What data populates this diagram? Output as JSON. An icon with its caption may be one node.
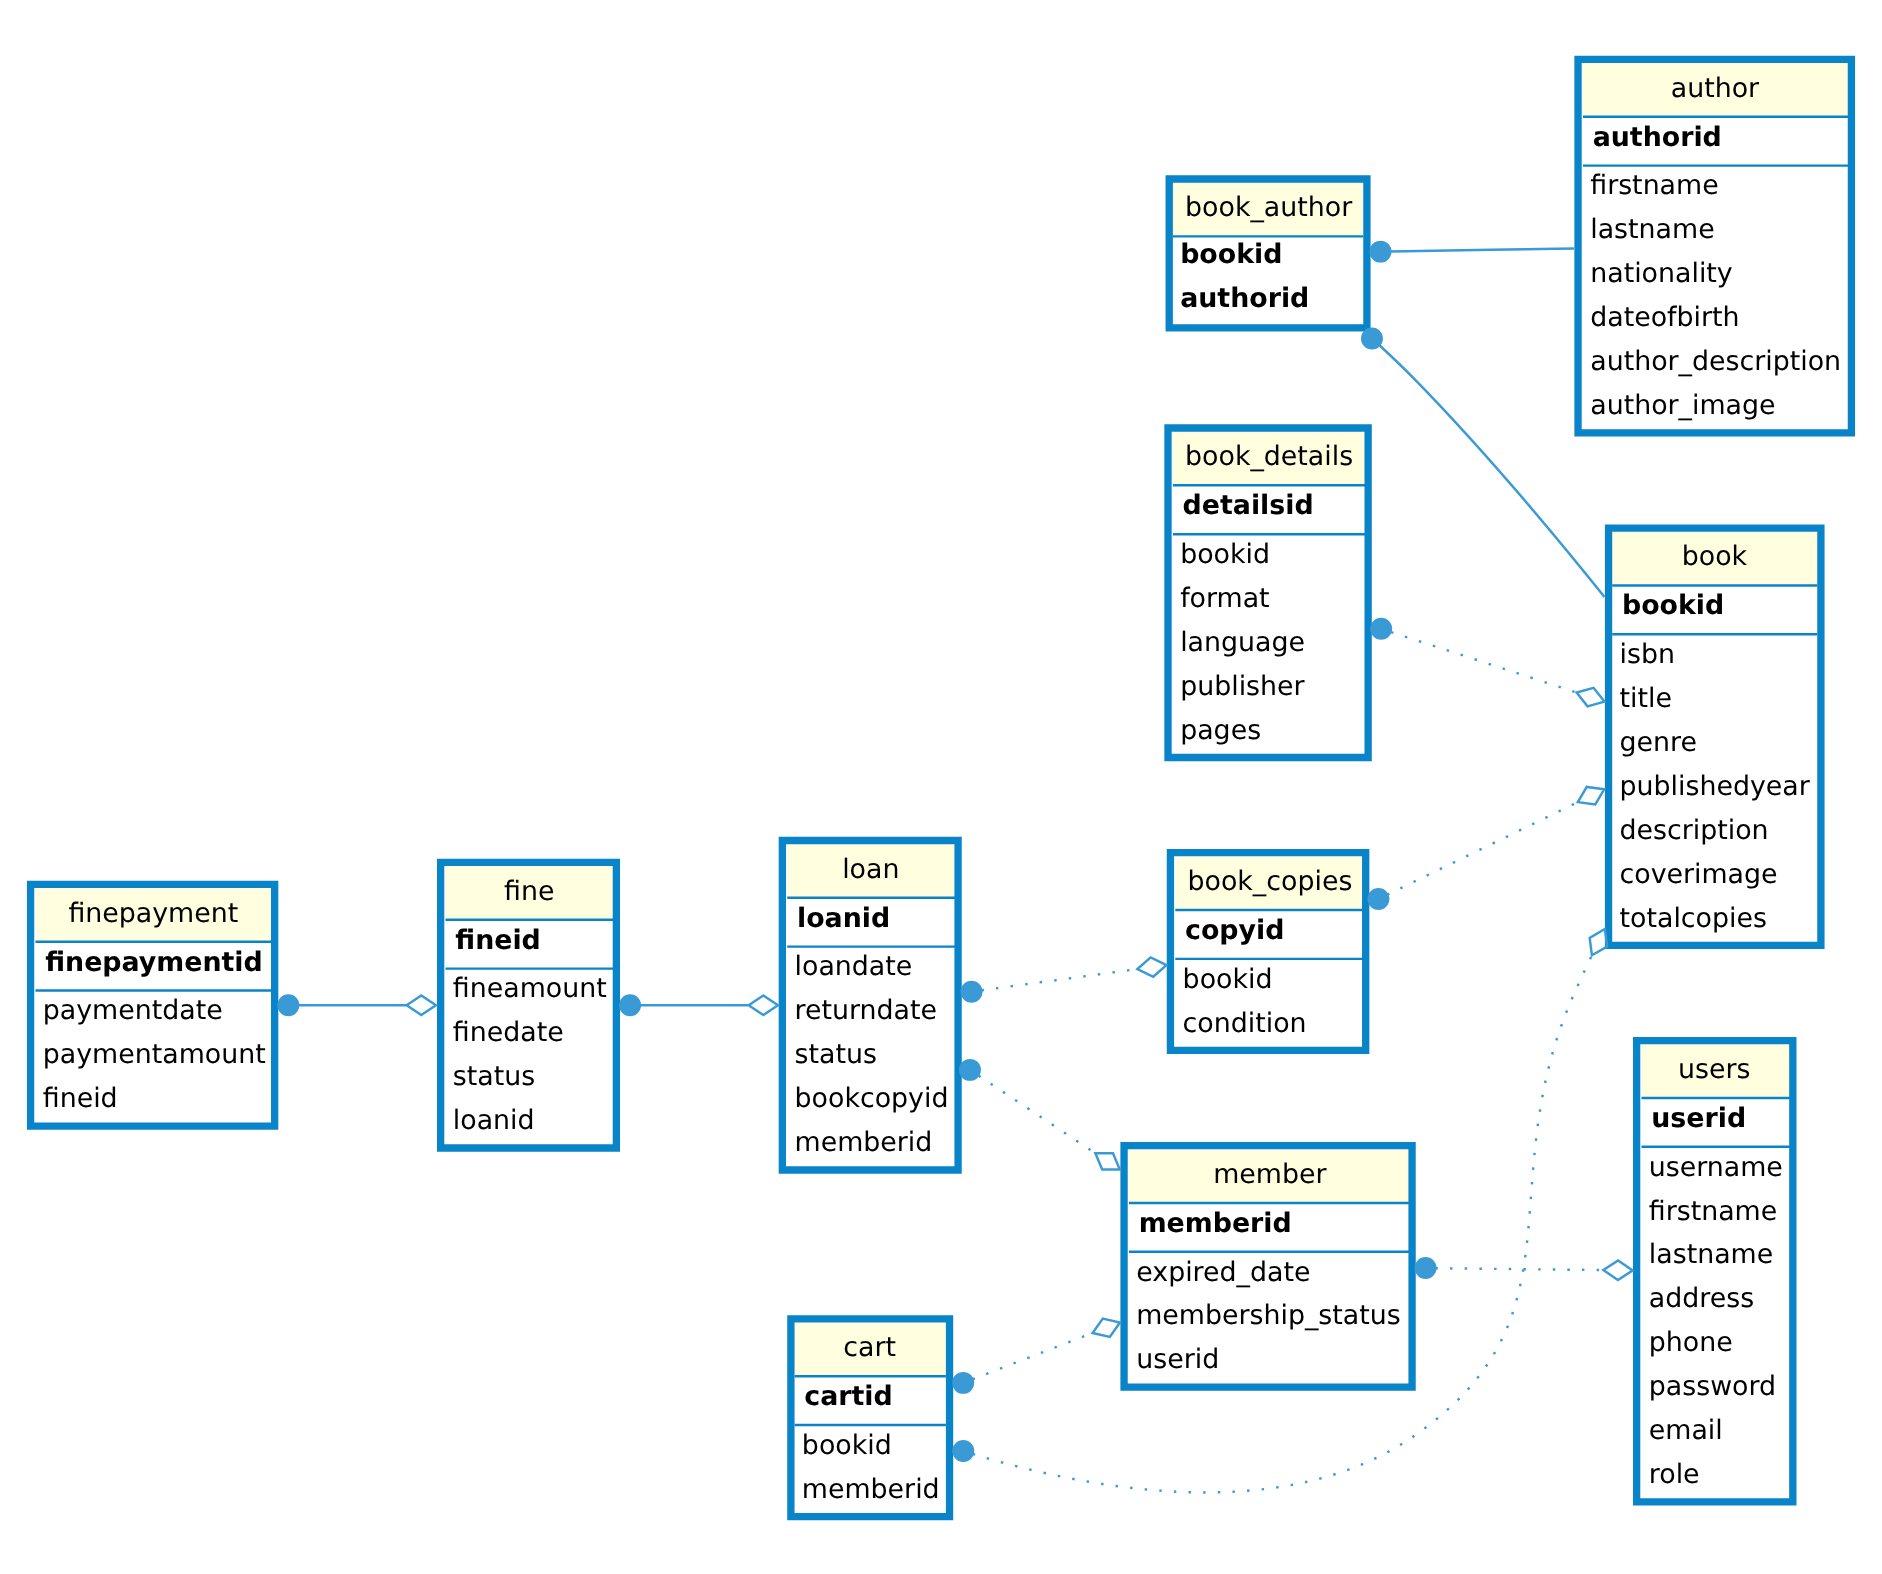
{
  "diagram": {
    "nodes": [
      {
        "text": [
          "author",
          "authorid",
          "firstname",
          "lastname",
          "nationality",
          "dateofbirth",
          "author_description",
          "author_image"
        ]
      },
      {
        "text": [
          "book_author",
          "bookid",
          "authorid"
        ]
      },
      {
        "text": [
          "book_copies",
          "copyid",
          "bookid",
          "condition"
        ]
      },
      {
        "text": [
          "finepayment",
          "finepaymentid",
          "paymentdate",
          "paymentamount",
          "fineid"
        ]
      },
      {
        "text": [
          "fine",
          "fineid",
          "fineamount",
          "finedate",
          "status",
          "loanid"
        ]
      },
      {
        "text": [
          "loan",
          "loanid",
          "loandate",
          "returndate",
          "status",
          "bookcopyid",
          "memberid"
        ]
      },
      {
        "text": [
          "book",
          "bookid",
          "isbn",
          "title",
          "genre",
          "publishedyear",
          "description",
          "coverimage",
          "totalcopies"
        ]
      },
      {
        "text": [
          "book_details",
          "detailsid",
          "bookid",
          "format",
          "language",
          "publisher",
          "pages"
        ]
      },
      {
        "text": [
          "cart",
          "cartid",
          "bookid",
          "memberid"
        ]
      },
      {
        "text": [
          "member",
          "memberid",
          "expired_date",
          "membership_status",
          "userid"
        ]
      },
      {
        "text": [
          "users",
          "userid",
          "username",
          "firstname",
          "lastname",
          "address",
          "phone",
          "password",
          "email",
          "role"
        ]
      }
    ],
    "edges": [
      {
        "from": 3,
        "to": 4,
        "arrow": "other"
      },
      {
        "from": 4,
        "to": 5,
        "arrow": "other"
      },
      {
        "from": 5,
        "to": 2,
        "arrow": "other",
        "style": "dashed"
      },
      {
        "from": 2,
        "to": 6,
        "arrow": "other",
        "style": "dashed"
      },
      {
        "from": 1,
        "to": 0,
        "arrow": "other"
      },
      {
        "from": 1,
        "to": 6,
        "arrow": "other"
      },
      {
        "from": 7,
        "to": 6,
        "arrow": "other",
        "style": "dashed"
      },
      {
        "from": 8,
        "to": 6,
        "arrow": "other",
        "style": "dashed"
      },
      {
        "from": 5,
        "to": 9,
        "arrow": "other",
        "style": "dashed"
      },
      {
        "from": 8,
        "to": 9,
        "arrow": "other",
        "style": "dashed"
      },
      {
        "from": 9,
        "to": 10,
        "arrow": "other",
        "style": "dashed"
      }
    ]
  }
}
